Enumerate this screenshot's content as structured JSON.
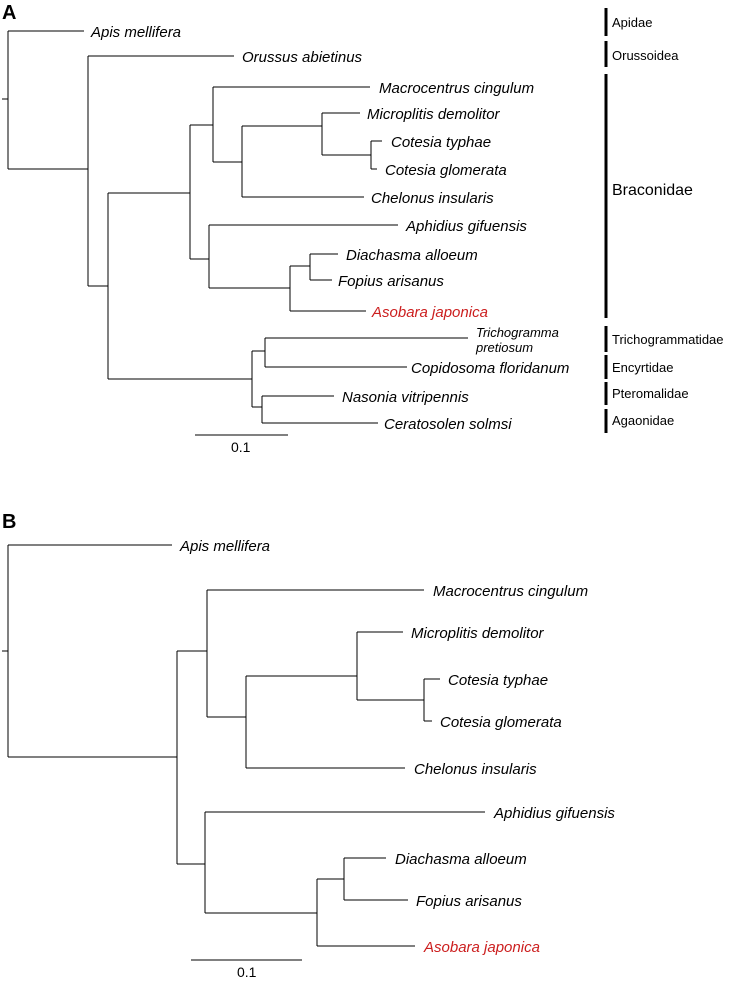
{
  "colors": {
    "highlight": "#cc1f1f",
    "default": "#000000"
  },
  "panel_a": {
    "letter": "A",
    "taxa": [
      {
        "id": "apis",
        "name": "Apis mellifera"
      },
      {
        "id": "orussus",
        "name": "Orussus abietinus"
      },
      {
        "id": "macro",
        "name": "Macrocentrus cingulum"
      },
      {
        "id": "micro",
        "name": "Microplitis demolitor"
      },
      {
        "id": "ctyphae",
        "name": "Cotesia typhae"
      },
      {
        "id": "cglom",
        "name": "Cotesia glomerata"
      },
      {
        "id": "chel",
        "name": "Chelonus insularis"
      },
      {
        "id": "aphid",
        "name": "Aphidius gifuensis"
      },
      {
        "id": "diach",
        "name": "Diachasma alloeum"
      },
      {
        "id": "fopius",
        "name": "Fopius arisanus"
      },
      {
        "id": "asobara",
        "name": "Asobara japonica",
        "highlight": true
      },
      {
        "id": "tricho1",
        "name": "Trichogramma"
      },
      {
        "id": "tricho2",
        "name": "pretiosum"
      },
      {
        "id": "copi",
        "name": "Copidosoma floridanum"
      },
      {
        "id": "nason",
        "name": "Nasonia vitripennis"
      },
      {
        "id": "cerat",
        "name": "Ceratosolen solmsi"
      }
    ],
    "families": [
      {
        "id": "apidae",
        "name": "Apidae"
      },
      {
        "id": "oruss",
        "name": "Orussoidea"
      },
      {
        "id": "bracon",
        "name": "Braconidae"
      },
      {
        "id": "trichog",
        "name": "Trichogrammatidae"
      },
      {
        "id": "encyrt",
        "name": "Encyrtidae"
      },
      {
        "id": "pterom",
        "name": "Pteromalidae"
      },
      {
        "id": "agaon",
        "name": "Agaonidae"
      }
    ],
    "scale_label": "0.1"
  },
  "panel_b": {
    "letter": "B",
    "taxa": [
      {
        "id": "apis",
        "name": "Apis mellifera"
      },
      {
        "id": "macro",
        "name": "Macrocentrus cingulum"
      },
      {
        "id": "micro",
        "name": "Microplitis demolitor"
      },
      {
        "id": "ctyphae",
        "name": "Cotesia typhae"
      },
      {
        "id": "cglom",
        "name": "Cotesia glomerata"
      },
      {
        "id": "chel",
        "name": "Chelonus insularis"
      },
      {
        "id": "aphid",
        "name": "Aphidius gifuensis"
      },
      {
        "id": "diach",
        "name": "Diachasma alloeum"
      },
      {
        "id": "fopius",
        "name": "Fopius arisanus"
      },
      {
        "id": "asobara",
        "name": "Asobara japonica",
        "highlight": true
      }
    ],
    "scale_label": "0.1"
  }
}
